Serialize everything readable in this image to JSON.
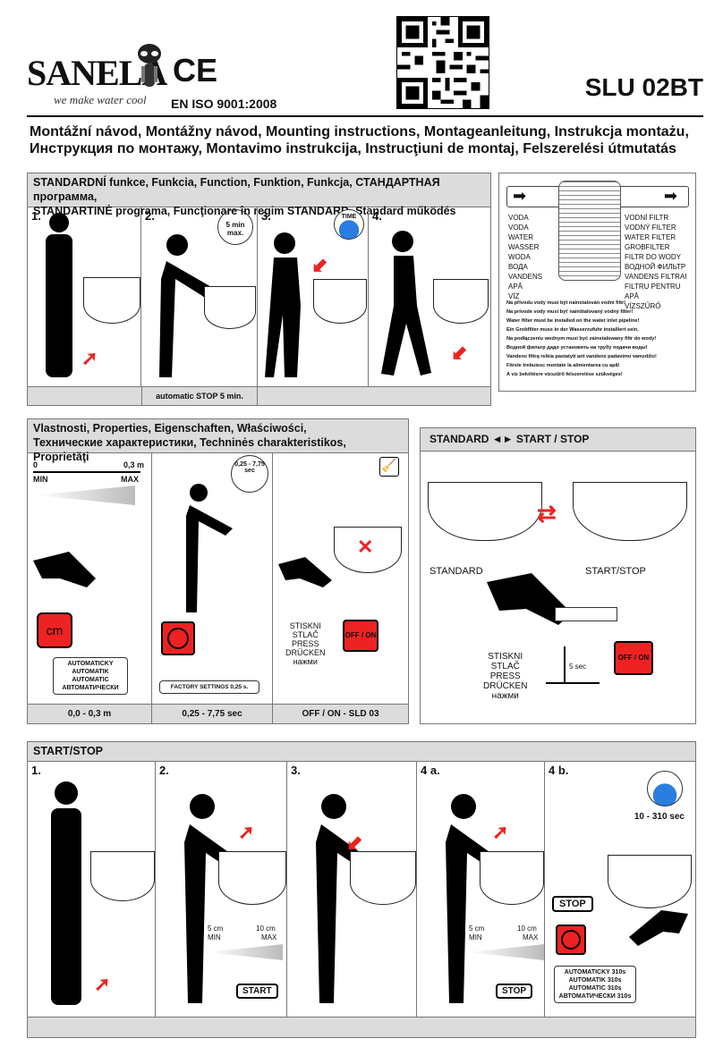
{
  "header": {
    "logo": "SANELA",
    "slogan": "we make water cool",
    "ce": "CE",
    "iso": "EN ISO 9001:2008",
    "model": "SLU 02BT",
    "title_line1": "Montážní návod, Montážny návod, Mounting instructions, Montageanleitung, Instrukcja montażu,",
    "title_line2": "Инструкция по монтажу, Montavimo instrukcija, Instrucţiuni de montaj, Felszerelési útmutatás"
  },
  "standard": {
    "title_line1": "STANDARDNÍ funkce, Funkcia, Function, Funktion, Funkcja, СТАНДАРТНАЯ программа,",
    "title_line2": "STANDARTINĖ programa, Funcţionare în regim STANDARD, Standard működés",
    "steps": [
      "1.",
      "2.",
      "3.",
      "4."
    ],
    "timer1": "5 min max.",
    "timer2": "TIME",
    "footer": "automatic STOP 5 min."
  },
  "filter": {
    "left": [
      "VODA",
      "VODA",
      "WATER",
      "WASSER",
      "WODA",
      "ВОДА",
      "VANDENS",
      "APĂ",
      "VÍZ"
    ],
    "right": [
      "VODNÍ FILTR",
      "VODNÝ FILTER",
      "WATER FILTER",
      "GROBFILTER",
      "FILTR DO WODY",
      "ВОДНОЙ ФИЛЬТР",
      "VANDENS FILTRAI",
      "FILTRU PENTRU APĂ",
      "VÍZSZŰRŐ"
    ],
    "notes": [
      "Na přívodu vody musí být nainstalován vodní filtr!",
      "Na prívode vody musí byť nainštalovaný vodný filter!",
      "Water filter must be installed on the water inlet pipeline!",
      "Ein Grobfilter muss in der Wasserzufuhr installiert sein.",
      "Na podłączeniu wodnym musi być zainstalowany filtr do wody!",
      "Водной фильтр дадо установить на трубу подачи воды!",
      "Vandens filtrą reikia pastatyti ant vandens padavimo vamzdžio!",
      "Fitrele trebuiesc montate la alimentarea cu apă!",
      "A víz bekötésre vízszűrő felszerelése szükséges!"
    ]
  },
  "props": {
    "title_line1": "Vlastnosti, Properties, Eigenschaften, Właściwości,",
    "title_line2": "Технические характеристики, Techninės charakteristikos, Proprietăţi",
    "range0": "0",
    "range1": "0,3 m",
    "min": "MIN",
    "max": "MAX",
    "cm": "cm",
    "auto": [
      "AUTOMATICKY",
      "AUTOMATIK",
      "AUTOMATIC",
      "АВТОМАТИЧЕСКИ"
    ],
    "timer": "0,25 - 7,75 sec",
    "factory": "FACTORY SETTINGS 0,25 s.",
    "press": [
      "STISKNI",
      "STLAČ",
      "PRESS",
      "DRÜCKEN",
      "нажми"
    ],
    "offon": "OFF / ON",
    "foot": [
      "0,0 - 0,3 m",
      "0,25 - 7,75 sec",
      "OFF / ON - SLD 03"
    ]
  },
  "switch": {
    "title": "STANDARD ◄► START / STOP",
    "standard": "STANDARD",
    "startstop": "START/STOP",
    "press": [
      "STISKNI",
      "STLAČ",
      "PRESS",
      "DRÜCKEN",
      "нажми"
    ],
    "sec": "5 sec",
    "offon": "OFF / ON"
  },
  "startstop": {
    "title": "START/STOP",
    "steps": [
      "1.",
      "2.",
      "3.",
      "4 a.",
      "4 b."
    ],
    "cm5": "5 cm",
    "cm10": "10 cm",
    "min": "MIN",
    "max": "MAX",
    "start": "START",
    "stop": "STOP",
    "stop2": "STOP",
    "sec": "10 - 310 sec",
    "auto": [
      "AUTOMATICKY 310s",
      "AUTOMATIK 310s",
      "AUTOMATIC 310s",
      "АВТОМАТИЧЕСКИ 310s"
    ]
  }
}
